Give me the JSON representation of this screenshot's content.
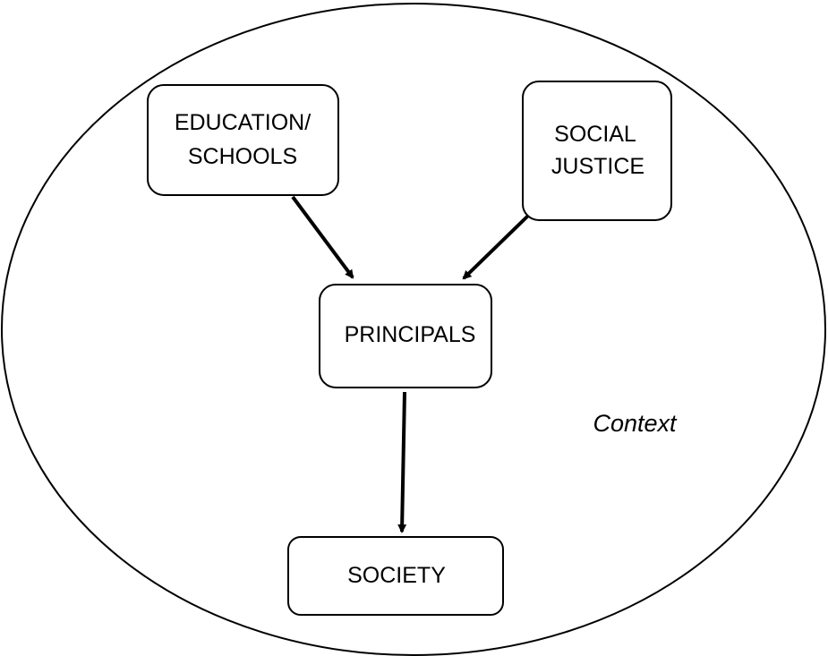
{
  "diagram": {
    "context_label": "Context",
    "nodes": {
      "education": {
        "line1": "EDUCATION/",
        "line2": "SCHOOLS"
      },
      "social_justice": {
        "line1": "SOCIAL",
        "line2": "JUSTICE"
      },
      "principals": {
        "label": "PRINCIPALS"
      },
      "society": {
        "label": "SOCIETY"
      }
    },
    "colors": {
      "stroke": "#000000",
      "fill": "#ffffff",
      "text": "#000000"
    }
  }
}
